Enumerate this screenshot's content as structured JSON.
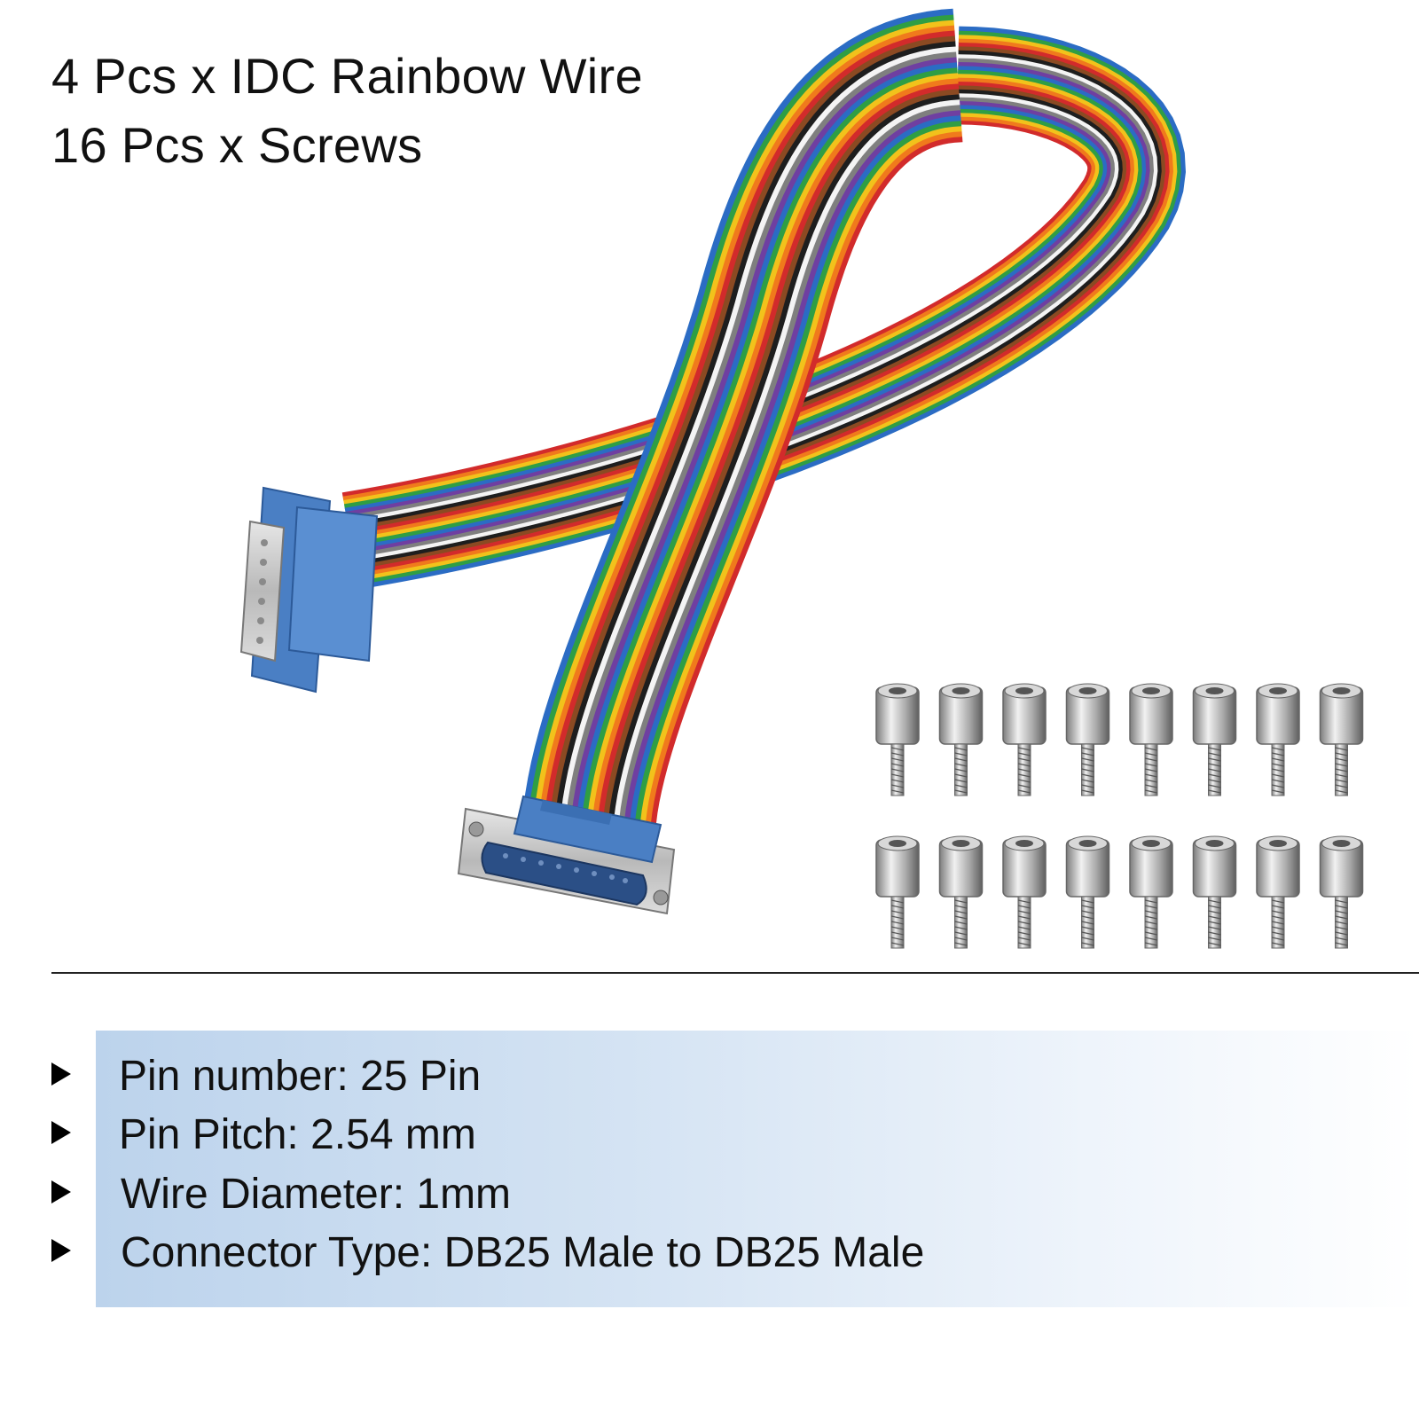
{
  "header": {
    "line1": "4 Pcs x IDC Rainbow Wire",
    "line2": "16 Pcs x Screws"
  },
  "product_image": {
    "subject": "ribbon-cable-with-db25-connectors",
    "wire_colors": [
      "#d22b2b",
      "#f07a1c",
      "#f2c21b",
      "#2f9e44",
      "#2b6cc4",
      "#6f3fa1",
      "#7f7f7f",
      "#f4f4f4",
      "#1e1e1e",
      "#8b4a22"
    ],
    "connector_color": "#4f83c7",
    "standoff_rows": 2,
    "standoffs_per_row": 8
  },
  "specs": [
    "Pin number: 25 Pin",
    "Pin Pitch: 2.54 mm",
    "Wire Diameter: 1mm",
    "Connector Type: DB25 Male to DB25 Male"
  ]
}
